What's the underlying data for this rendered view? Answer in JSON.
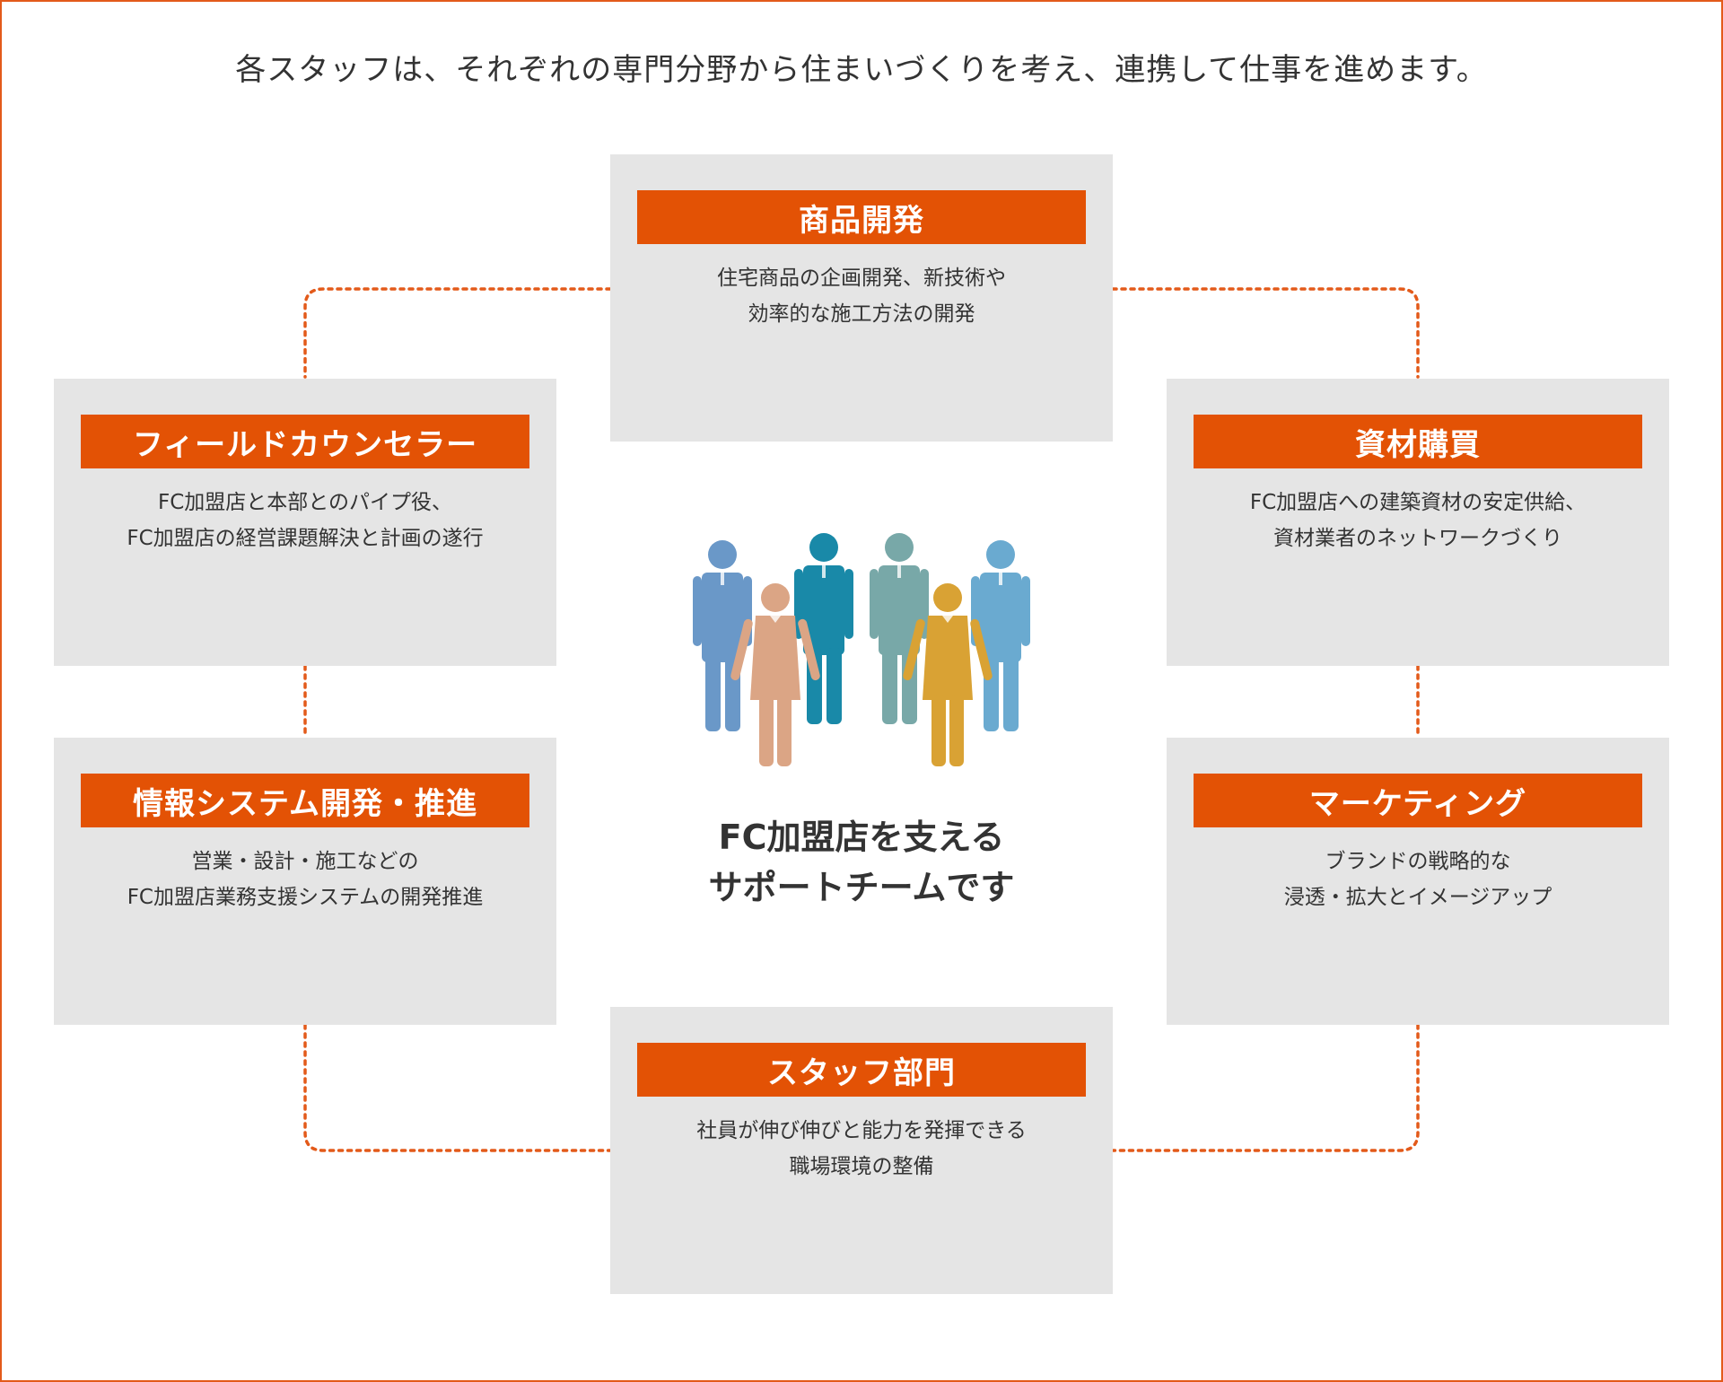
{
  "intro": "各スタッフは、それぞれの専門分野から住まいづくりを考え、連携して仕事を進めます。",
  "colors": {
    "accent": "#e35205",
    "card_bg": "#e5e5e5",
    "border": "#e35a1a",
    "dotted_line": "#e35a1a"
  },
  "cards": [
    {
      "title": "商品開発",
      "lines": [
        "住宅商品の企画開発、新技術や",
        "効率的な施工方法の開発"
      ]
    },
    {
      "title": "フィールドカウンセラー",
      "lines": [
        "FC加盟店と本部とのパイプ役、",
        "FC加盟店の経営課題解決と計画の遂行"
      ]
    },
    {
      "title": "資材購買",
      "lines": [
        "FC加盟店への建築資材の安定供給、",
        "資材業者のネットワークづくり"
      ]
    },
    {
      "title": "情報システム開発・推進",
      "lines": [
        "営業・設計・施工などの",
        "FC加盟店業務支援システムの開発推進"
      ]
    },
    {
      "title": "マーケティング",
      "lines": [
        "ブランドの戦略的な",
        "浸透・拡大とイメージアップ"
      ]
    },
    {
      "title": "スタッフ部門",
      "lines": [
        "社員が伸び伸びと能力を発揮できる",
        "職場環境の整備"
      ]
    }
  ],
  "center": {
    "caption_line1": "FC加盟店を支える",
    "caption_line2": "サポートチームです",
    "people_icon": "team-people-icon"
  }
}
